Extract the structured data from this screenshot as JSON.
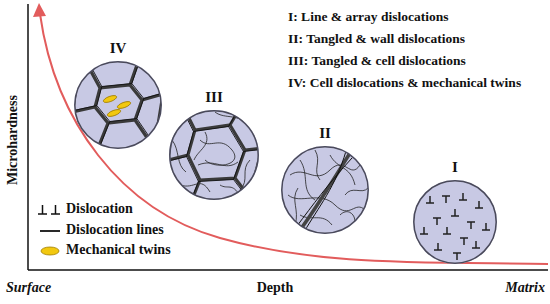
{
  "diagram": {
    "nodes": [
      {
        "text": [
          "IV"
        ]
      },
      {
        "text": [
          "III"
        ]
      },
      {
        "text": [
          "II"
        ]
      },
      {
        "text": [
          "I"
        ]
      }
    ],
    "labels": [
      "I: Line & array dislocations",
      "II: Tangled & wall dislocations",
      "III: Tangled & cell dislocations",
      "IV: Cell dislocations & mechanical twins",
      "Microhardness",
      "Depth",
      "Surface",
      "Matrix"
    ],
    "legend": [
      {
        "text": "Dislocation"
      },
      {
        "text": "Dislocation lines"
      },
      {
        "text": "Mechanical twins"
      }
    ]
  }
}
